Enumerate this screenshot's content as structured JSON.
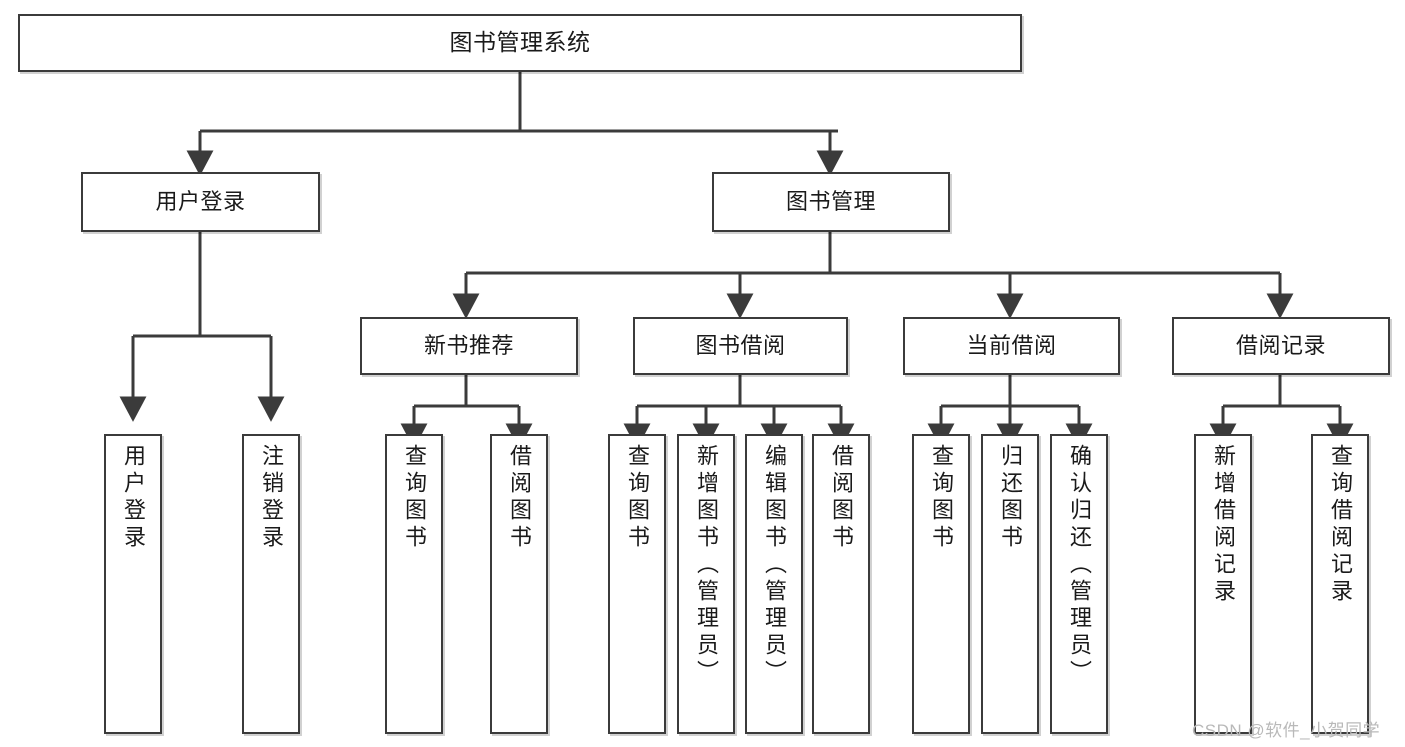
{
  "diagram": {
    "title": "图书管理系统",
    "type": "hierarchy-tree",
    "watermark": "CSDN @软件_小贺同学",
    "colors": {
      "border": "#3b3b3b",
      "background": "#ffffff",
      "text": "#1a1a1a",
      "watermark": "#b9b9b9"
    },
    "nodes": {
      "root": {
        "label": "图书管理系统"
      },
      "level2": [
        {
          "label": "用户登录"
        },
        {
          "label": "图书管理"
        }
      ],
      "level3": [
        {
          "label": "新书推荐"
        },
        {
          "label": "图书借阅"
        },
        {
          "label": "当前借阅"
        },
        {
          "label": "借阅记录"
        }
      ],
      "leaves": {
        "user_login": [
          {
            "label": "用户登录"
          },
          {
            "label": "注销登录"
          }
        ],
        "new_book_recommend": [
          {
            "label": "查询图书"
          },
          {
            "label": "借阅图书"
          }
        ],
        "book_borrow": [
          {
            "label": "查询图书"
          },
          {
            "label": "新增图书（管理员）"
          },
          {
            "label": "编辑图书（管理员）"
          },
          {
            "label": "借阅图书"
          }
        ],
        "current_borrow": [
          {
            "label": "查询图书"
          },
          {
            "label": "归还图书"
          },
          {
            "label": "确认归还（管理员）"
          }
        ],
        "borrow_record": [
          {
            "label": "新增借阅记录"
          },
          {
            "label": "查询借阅记录"
          }
        ]
      }
    }
  }
}
